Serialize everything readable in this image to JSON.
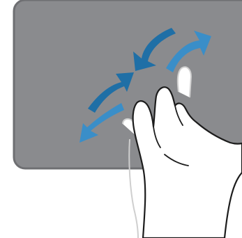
{
  "illustration": {
    "touchpad": {
      "fill_color": "#8a8b8e",
      "border_color": "#6e6f72"
    },
    "gesture": {
      "type": "pinch-zoom",
      "arrows": [
        {
          "name": "arrow-in-upper",
          "direction": "inward",
          "emphasis": "dark"
        },
        {
          "name": "arrow-in-lower",
          "direction": "inward",
          "emphasis": "dark"
        },
        {
          "name": "arrow-out-upper",
          "direction": "outward",
          "emphasis": "light"
        },
        {
          "name": "arrow-out-lower",
          "direction": "outward",
          "emphasis": "light"
        }
      ],
      "colors": {
        "dark_arrow": "#1f6fa6",
        "light_arrow": "#3a8ec8",
        "faint_finger": "#cfcfcf",
        "hand_outline": "#1c1c1c",
        "hand_fill": "#ffffff"
      }
    }
  }
}
